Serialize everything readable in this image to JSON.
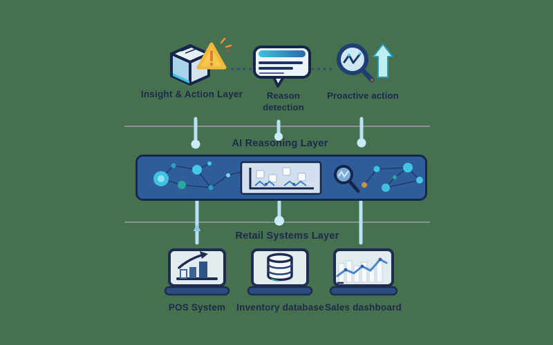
{
  "diagram": {
    "title_implicit": "AI retail architecture diagram",
    "insight_layer": {
      "items": [
        {
          "label": "Insight & Action Layer",
          "icon": "alert-cube-icon"
        },
        {
          "label": "Reason detection",
          "icon": "speech-bubble-icon"
        },
        {
          "label": "Proactive action",
          "icon": "magnifier-up-arrow-icon"
        }
      ]
    },
    "reasoning_layer": {
      "label": "AI Reasoning Layer",
      "icons": [
        "neural-network-icon",
        "decision-tree-panel-icon",
        "magnifier-icon"
      ]
    },
    "retail_layer": {
      "label": "Retail Systems Layer",
      "items": [
        {
          "label": "POS System",
          "icon": "pos-monitor-icon"
        },
        {
          "label": "Inventory database",
          "icon": "database-monitor-icon"
        },
        {
          "label": "Sales dashboard",
          "icon": "dashboard-monitor-icon"
        }
      ]
    },
    "colors": {
      "background": "#47704f",
      "band_fill": "#2f5d99",
      "band_border": "#17284c",
      "text": "#1b2a4c",
      "connector": "#b9e1f6",
      "rule_gray": "#9ba1a7",
      "warning_yellow": "#f6c94d",
      "warning_orange": "#e07b39",
      "accent_cyan": "#41c4e3",
      "accent_teal": "#2aa79e",
      "arrow_cyan": "#bfeef2"
    }
  }
}
